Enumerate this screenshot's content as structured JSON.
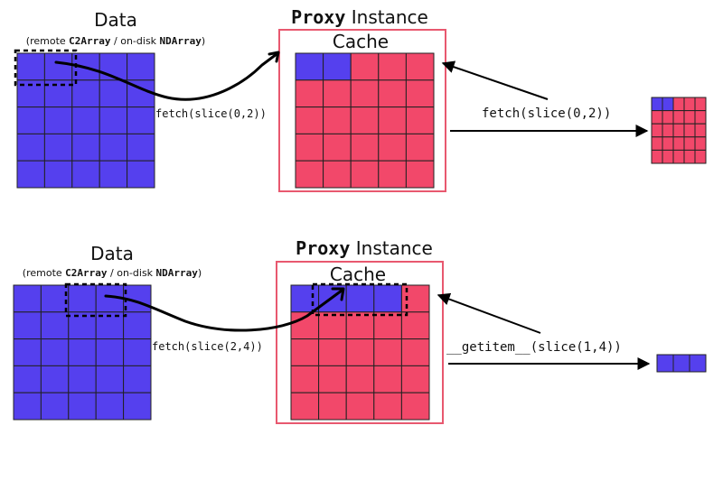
{
  "colors": {
    "blue": "#5540ee",
    "red": "#f2486a",
    "grid_line": "#222222",
    "box_border": "#e8586f",
    "arrow": "#000000"
  },
  "panels": [
    {
      "data_title": "Data",
      "data_subtitle": {
        "prefix": "(remote ",
        "bold1": "C2Array",
        "middle": " / on-disk ",
        "bold2": "NDArray",
        "suffix": ")"
      },
      "proxy_title": {
        "bold": "Proxy",
        "rest": " Instance"
      },
      "cache_label": "Cache",
      "fetch_label": "fetch(slice(0,2))",
      "call_label": "fetch(slice(0,2))",
      "source_selection_cols": [
        0,
        1
      ],
      "cache_blue_cells": [
        [
          0,
          0
        ],
        [
          0,
          1
        ]
      ],
      "result": {
        "rows": 5,
        "cols": 5,
        "blue_cells": [
          [
            0,
            0
          ],
          [
            0,
            1
          ]
        ]
      }
    },
    {
      "data_title": "Data",
      "data_subtitle": {
        "prefix": "(remote ",
        "bold1": "C2Array",
        "middle": " / on-disk ",
        "bold2": "NDArray",
        "suffix": ")"
      },
      "proxy_title": {
        "bold": "Proxy",
        "rest": " Instance"
      },
      "cache_label": "Cache",
      "fetch_label": "fetch(slice(2,4))",
      "call_label": "__getitem__(slice(1,4))",
      "source_selection_cols": [
        2,
        3
      ],
      "cache_blue_cells": [
        [
          0,
          0
        ],
        [
          0,
          1
        ],
        [
          0,
          2
        ],
        [
          0,
          3
        ]
      ],
      "result": {
        "rows": 1,
        "cols": 3,
        "blue_cells": [
          [
            0,
            0
          ],
          [
            0,
            1
          ],
          [
            0,
            2
          ]
        ]
      }
    }
  ]
}
